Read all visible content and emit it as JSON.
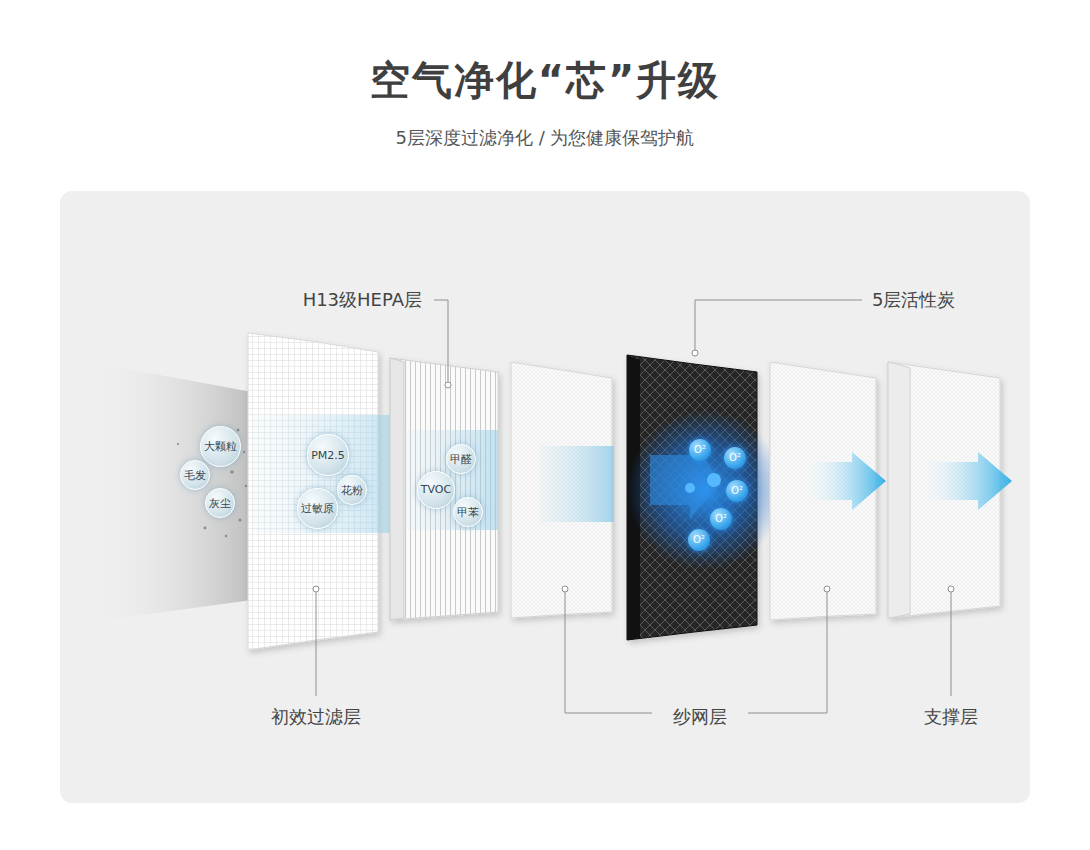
{
  "diagram": {
    "title": "空气净化“芯”升级",
    "caption": "5层深度过滤净化 / 为您健康保驾护航",
    "nodes": [
      {
        "text": [
          "大颗粒"
        ]
      },
      {
        "text": [
          "毛发"
        ]
      },
      {
        "text": [
          "灰尘"
        ]
      },
      {
        "text": [
          "PM2.5"
        ]
      },
      {
        "text": [
          "花粉"
        ]
      },
      {
        "text": [
          "过敏原"
        ]
      },
      {
        "text": [
          "甲醛"
        ]
      },
      {
        "text": [
          "TVOC"
        ]
      },
      {
        "text": [
          "甲苯"
        ]
      },
      {
        "text": [
          "O²"
        ]
      },
      {
        "text": [
          "O²"
        ]
      },
      {
        "text": [
          "O²"
        ]
      },
      {
        "text": [
          "O²"
        ]
      },
      {
        "text": [
          "O²"
        ]
      }
    ],
    "labels": [
      "H13级HEPA层",
      "5层活性炭",
      "初效过滤层",
      "纱网层",
      "支撑层"
    ]
  }
}
